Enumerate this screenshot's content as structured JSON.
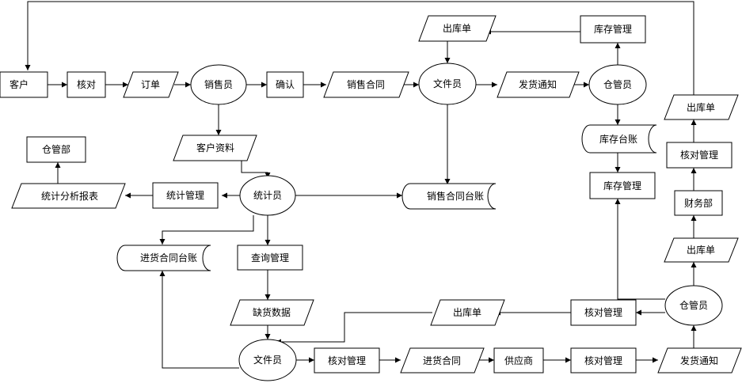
{
  "nodes": [
    {
      "id": "kehu",
      "type": "rect",
      "label": "客户"
    },
    {
      "id": "hedui_top",
      "type": "rect",
      "label": "核对"
    },
    {
      "id": "dingdan",
      "type": "para",
      "label": "订单"
    },
    {
      "id": "xiaoshouyuan",
      "type": "ellipse",
      "label": "销售员"
    },
    {
      "id": "queren",
      "type": "rect",
      "label": "确认"
    },
    {
      "id": "xiaoshou_hetong",
      "type": "para",
      "label": "销售合同"
    },
    {
      "id": "wenjianyuan_top",
      "type": "ellipse",
      "label": "文件员"
    },
    {
      "id": "chukudan_top",
      "type": "para",
      "label": "出库单"
    },
    {
      "id": "kucun_guanli_top",
      "type": "rect",
      "label": "库存管理"
    },
    {
      "id": "fahuo_tongzhi_top",
      "type": "para",
      "label": "发货通知"
    },
    {
      "id": "cangguanyuan_top",
      "type": "ellipse",
      "label": "仓管员"
    },
    {
      "id": "kucun_taizhang",
      "type": "store",
      "label": "库存台账"
    },
    {
      "id": "kucun_guanli_mid",
      "type": "rect",
      "label": "库存管理"
    },
    {
      "id": "chukudan_right1",
      "type": "para",
      "label": "出库单"
    },
    {
      "id": "hedui_guanli_right",
      "type": "rect",
      "label": "核对管理"
    },
    {
      "id": "caiwubu",
      "type": "rect",
      "label": "财务部"
    },
    {
      "id": "chukudan_right2",
      "type": "para",
      "label": "出库单"
    },
    {
      "id": "kehu_ziliao",
      "type": "para",
      "label": "客户资料"
    },
    {
      "id": "cangguanbu",
      "type": "rect",
      "label": "仓管部"
    },
    {
      "id": "tongji_baobiao",
      "type": "para",
      "label": "统计分析报表"
    },
    {
      "id": "tongji_guanli",
      "type": "rect",
      "label": "统计管理"
    },
    {
      "id": "tongjiyuan",
      "type": "ellipse",
      "label": "统计员"
    },
    {
      "id": "xiaoshou_taizhang",
      "type": "store",
      "label": "销售合同台账"
    },
    {
      "id": "jinhuo_taizhang",
      "type": "store",
      "label": "进货合同台账"
    },
    {
      "id": "chaxun_guanli",
      "type": "rect",
      "label": "查询管理"
    },
    {
      "id": "quehuo_shuju",
      "type": "para",
      "label": "缺货数据"
    },
    {
      "id": "chukudan_bottom",
      "type": "para",
      "label": "出库单"
    },
    {
      "id": "hedui_guanli_b1",
      "type": "rect",
      "label": "核对管理"
    },
    {
      "id": "cangguanyuan_bottom",
      "type": "ellipse",
      "label": "仓管员"
    },
    {
      "id": "wenjianyuan_bottom",
      "type": "ellipse",
      "label": "文件员"
    },
    {
      "id": "hedui_guanli_b2",
      "type": "rect",
      "label": "核对管理"
    },
    {
      "id": "jinhuo_hetong",
      "type": "para",
      "label": "进货合同"
    },
    {
      "id": "gongyingshang",
      "type": "rect",
      "label": "供应商"
    },
    {
      "id": "hedui_guanli_b3",
      "type": "rect",
      "label": "核对管理"
    },
    {
      "id": "fahuo_tongzhi_bottom",
      "type": "para",
      "label": "发货通知"
    }
  ]
}
